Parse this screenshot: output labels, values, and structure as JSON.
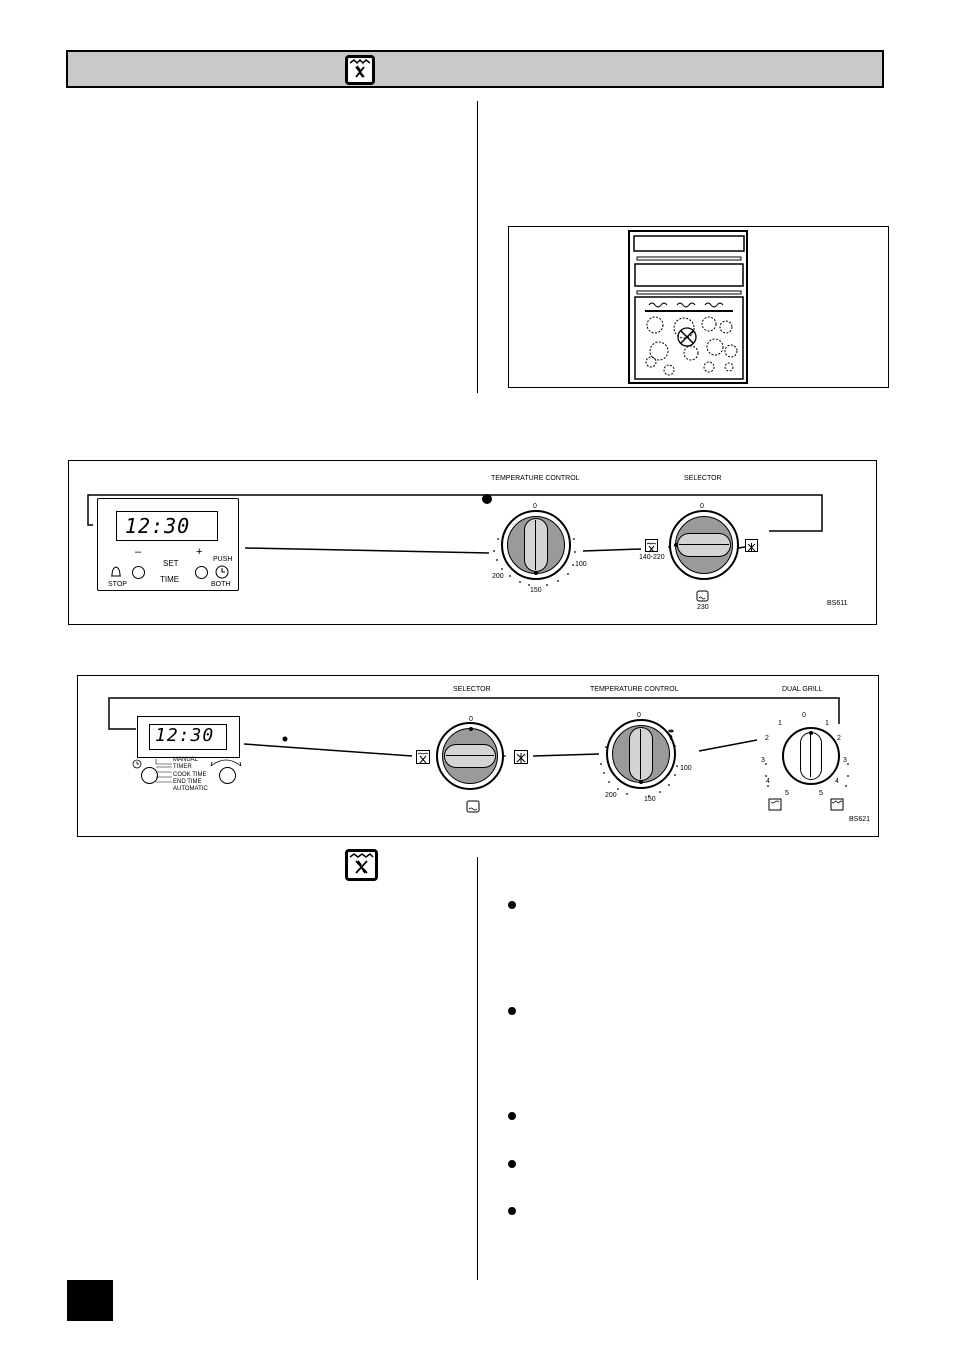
{
  "panel1": {
    "temperature_label": "TEMPERATURE  CONTROL",
    "selector_label": "SELECTOR",
    "display_time": "12:30",
    "minus": "–",
    "plus": "+",
    "set": "SET",
    "time": "TIME",
    "stop": "STOP",
    "push": "PUSH",
    "both": "BOTH",
    "temp_ticks": {
      "zero": "0",
      "t100": "100",
      "t150": "150",
      "t200": "200"
    },
    "selector_ticks": {
      "zero": "0",
      "range": "140-220",
      "t230": "230"
    },
    "code": "BS611"
  },
  "panel2": {
    "selector_label": "SELECTOR",
    "temperature_label": "TEMPERATURE CONTROL",
    "dual_grill_label": "DUAL GRILL",
    "display_time": "12:30",
    "modes": [
      "MANUAL",
      "TIMER",
      "COOK TIME",
      "END TIME",
      "AUTOMATIC"
    ],
    "selector_ticks": {
      "zero": "0"
    },
    "temp_ticks": {
      "zero": "0",
      "t100": "100",
      "t150": "150",
      "t200": "200"
    },
    "grill_ticks": {
      "zero": "0",
      "one": "1",
      "two": "2",
      "three": "3",
      "four": "4",
      "five": "5"
    },
    "code": "BS621"
  },
  "icons": {
    "header": "fan-oven-icon",
    "section": "fan-oven-icon",
    "bell": "bell-icon",
    "clock": "clock-icon",
    "grill": "grill-icon",
    "bottom_oven": "bottom-oven-icon"
  }
}
